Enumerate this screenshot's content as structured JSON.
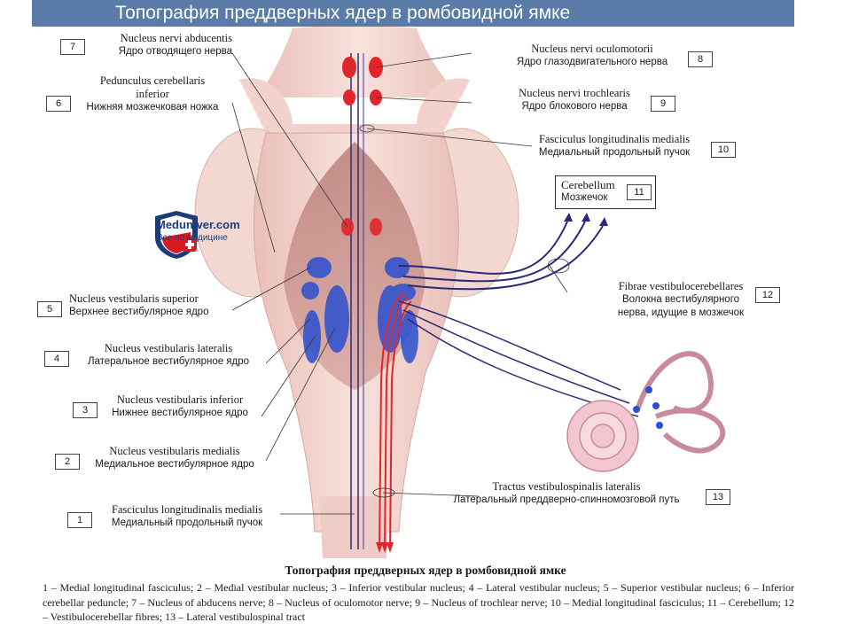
{
  "title": "Топография преддверных ядер в ромбовидной ямке",
  "logo": {
    "name": "Meduniver.com",
    "tagline": "Все по медицине"
  },
  "labels": [
    {
      "num": "7",
      "latin": "Nucleus nervi abducentis",
      "russian": "Ядро отводящего нерва"
    },
    {
      "num": "6",
      "latin": "Pedunculus cerebellaris inferior",
      "latin1": "Pedunculus cerebellaris",
      "latin2": "inferior",
      "russian": "Нижняя мозжечковая ножка"
    },
    {
      "num": "5",
      "latin": "Nucleus vestibularis superior",
      "russian": "Верхнее вестибулярное ядро"
    },
    {
      "num": "4",
      "latin": "Nucleus vestibularis lateralis",
      "russian": "Латеральное вестибулярное ядро"
    },
    {
      "num": "3",
      "latin": "Nucleus vestibularis inferior",
      "russian": "Нижнее вестибулярное ядро"
    },
    {
      "num": "2",
      "latin": "Nucleus vestibularis medialis",
      "russian": "Медиальное вестибулярное ядро"
    },
    {
      "num": "1",
      "latin": "Fasciculus longitudinalis medialis",
      "russian": "Медиальный продольный пучок"
    },
    {
      "num": "8",
      "latin": "Nucleus nervi oculomotorii",
      "russian": "Ядро глазодвигательного нерва"
    },
    {
      "num": "9",
      "latin": "Nucleus nervi trochlearis",
      "russian": "Ядро блокового нерва"
    },
    {
      "num": "10",
      "latin": "Fasciculus longitudinalis medialis",
      "russian": "Медиальный продольный пучок"
    },
    {
      "num": "11",
      "latin": "Cerebellum",
      "russian": "Мозжечок"
    },
    {
      "num": "12",
      "latin": "Fibrae vestibulocerebellares",
      "russian": "Волокна вестибулярного",
      "russian2": "нерва, идущие в мозжечок"
    },
    {
      "num": "13",
      "latin": "Tractus vestibulospinalis lateralis",
      "russian": "Латеральный преддверно-спинномозговой путь"
    }
  ],
  "caption": {
    "title": "Топография преддверных ядер в ромбовидной ямке",
    "legend": "1 – Medial longitudinal fasciculus; 2 – Medial vestibular nucleus; 3 – Inferior vestibular nucleus; 4 – Lateral vestibular nucleus; 5 – Superior vestibular nucleus; 6 – Inferior cerebellar peduncle; 7 – Nucleus of abducens nerve; 8 – Nucleus of oculomotor nerve; 9 – Nucleus of trochlear nerve; 10 – Medial longitudinal fasciculus; 11 – Cerebellum; 12 – Vestibulocerebellar fibres; 13 – Lateral vestibulospinal tract"
  },
  "colors": {
    "title_bar": "#5a7aa8",
    "tissue": "#efcfc8",
    "nucleus_blue": "#2a4fd0",
    "tract_red": "#e0262b",
    "fiber_navy": "#2b2a78"
  }
}
